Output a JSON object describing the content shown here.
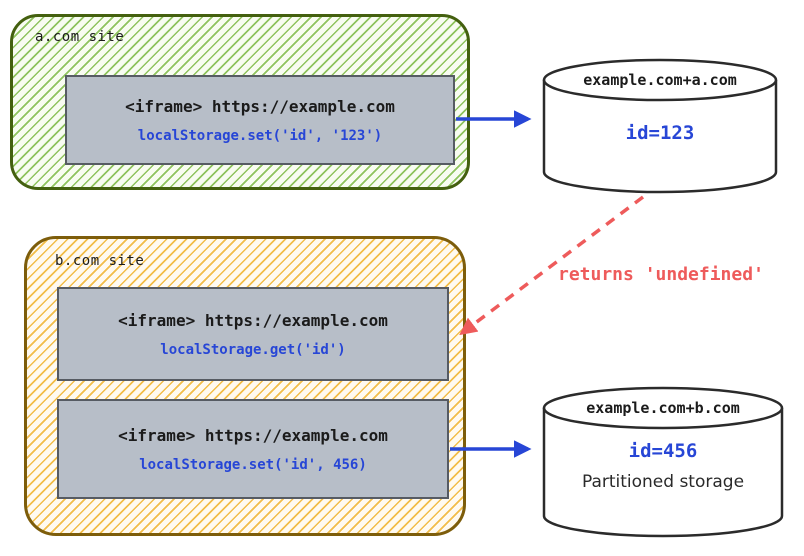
{
  "site_a": {
    "label": "a.com site",
    "iframe_line1": "<iframe> https://example.com",
    "iframe_line2": "localStorage.set('id', '123')"
  },
  "site_b": {
    "label": "b.com site",
    "get_line1": "<iframe> https://example.com",
    "get_line2": "localStorage.get('id')",
    "set_line1": "<iframe> https://example.com",
    "set_line2": "localStorage.set('id', 456)"
  },
  "storage_a": {
    "title": "example.com+a.com",
    "value": "id=123"
  },
  "storage_b": {
    "title": "example.com+b.com",
    "value": "id=456",
    "caption": "Partitioned storage"
  },
  "annotations": {
    "red_arrow_label": "returns 'undefined'"
  },
  "colors": {
    "code_blue": "#2746d6",
    "warn_red": "#ee5b5b",
    "green_line": "#8fc35e",
    "green_border": "#44600f",
    "orange_line": "#f2bd49",
    "orange_border": "#7d5d0b",
    "box_gray": "#b7bec8",
    "box_border": "#565b63",
    "ink": "#1b1b1b"
  }
}
